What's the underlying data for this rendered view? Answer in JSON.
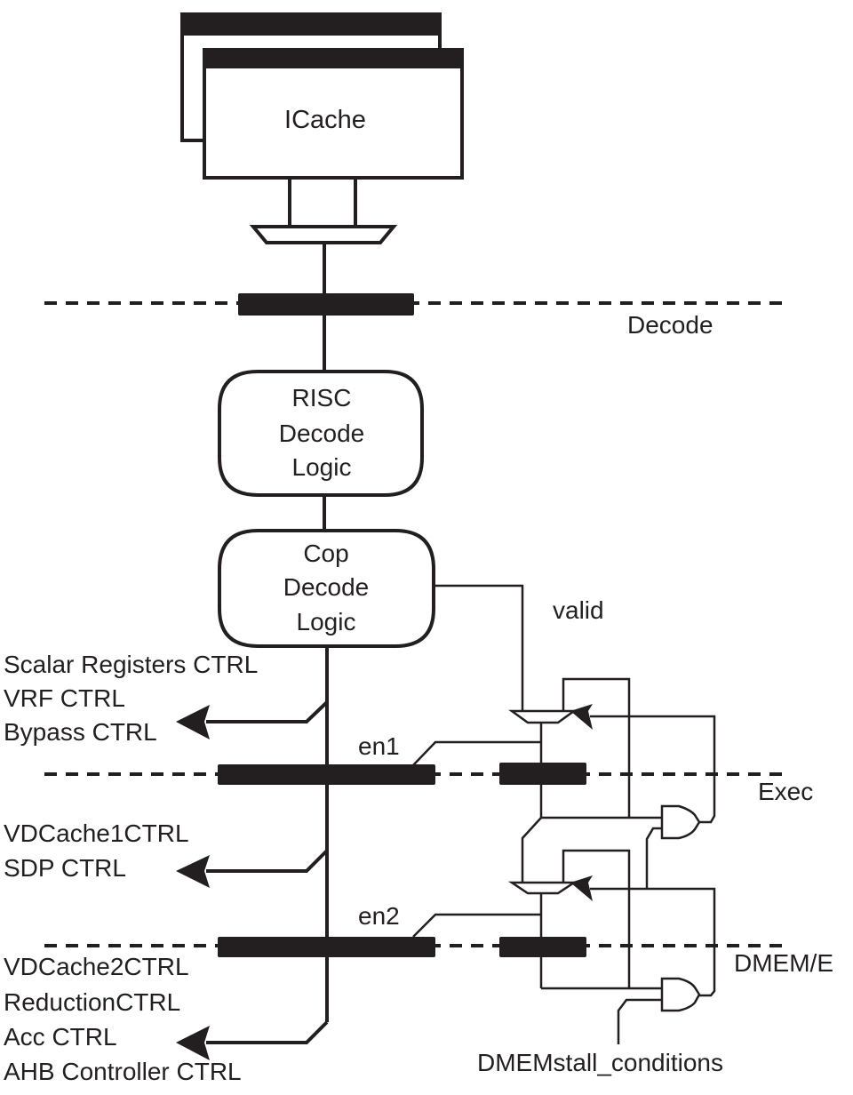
{
  "diagram": {
    "title": "Decode and control pipeline with stall logic",
    "blocks": {
      "icache": "ICache",
      "risc_decode": [
        "RISC",
        "Decode",
        "Logic"
      ],
      "cop_decode": [
        "Cop",
        "Decode",
        "Logic"
      ]
    },
    "stages": {
      "decode": "Decode",
      "exec": "Exec",
      "dmem": "DMEM/E"
    },
    "signals": {
      "valid": "valid",
      "en1": "en1",
      "en2": "en2",
      "dmem_stall": "DMEMstall_conditions"
    },
    "control_groups": {
      "group1": [
        "Scalar Registers CTRL",
        "VRF CTRL",
        "Bypass CTRL"
      ],
      "group2": [
        "VDCache1CTRL",
        "SDP CTRL"
      ],
      "group3": [
        "VDCache2CTRL",
        "ReductionCTRL",
        "Acc CTRL",
        "AHB Controller CTRL"
      ]
    }
  }
}
